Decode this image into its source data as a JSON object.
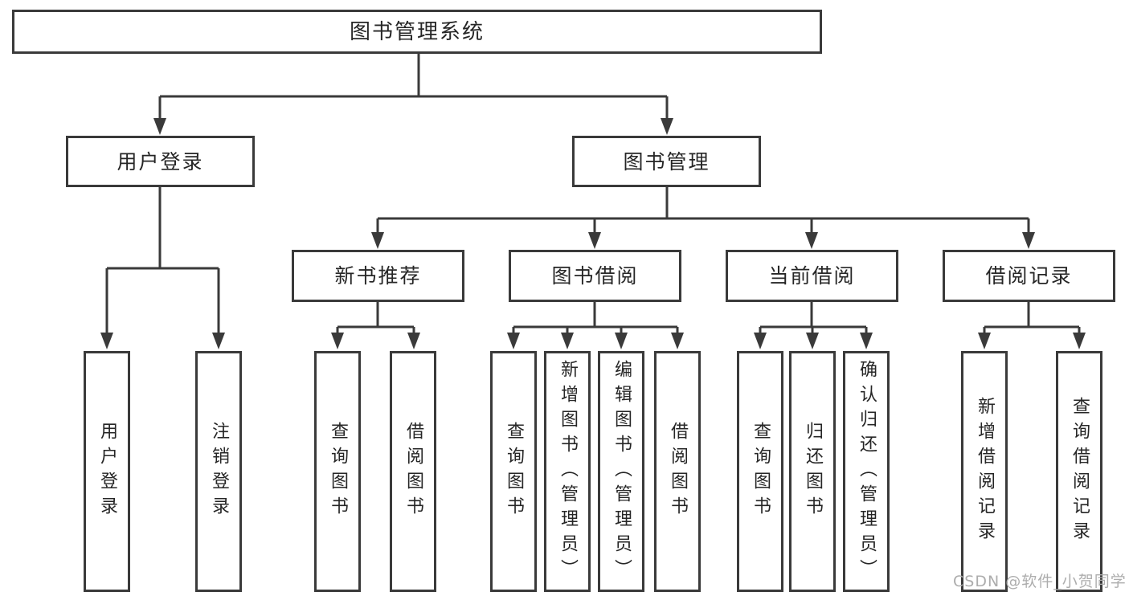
{
  "diagram_title": "图书管理系统",
  "watermark": "CSDN @软件_小贺同学",
  "colors": {
    "line": "#3a3a3a",
    "box_border": "#3a3a3a",
    "text": "#262626",
    "background": "#ffffff",
    "watermark": "#adadad"
  },
  "tree": {
    "label": "图书管理系统",
    "children": [
      {
        "label": "用户登录",
        "children": [
          {
            "label": "用户登录"
          },
          {
            "label": "注销登录"
          }
        ]
      },
      {
        "label": "图书管理",
        "children": [
          {
            "label": "新书推荐",
            "children": [
              {
                "label": "查询图书"
              },
              {
                "label": "借阅图书"
              }
            ]
          },
          {
            "label": "图书借阅",
            "children": [
              {
                "label": "查询图书"
              },
              {
                "label": "新增图书（管理员）"
              },
              {
                "label": "编辑图书（管理员）"
              },
              {
                "label": "借阅图书"
              }
            ]
          },
          {
            "label": "当前借阅",
            "children": [
              {
                "label": "查询图书"
              },
              {
                "label": "归还图书"
              },
              {
                "label": "确认归还（管理员）"
              }
            ]
          },
          {
            "label": "借阅记录",
            "children": [
              {
                "label": "新增借阅记录"
              },
              {
                "label": "查询借阅记录"
              }
            ]
          }
        ]
      }
    ]
  }
}
